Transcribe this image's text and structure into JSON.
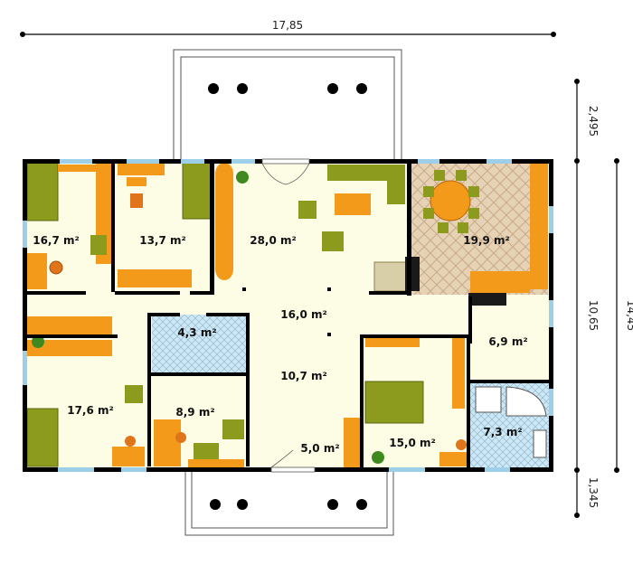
{
  "dimensions": {
    "total_width": "17,85",
    "total_depth": "14,45",
    "depth_top": "2,495",
    "depth_middle": "10,65",
    "depth_bottom": "1,345"
  },
  "rooms": {
    "bedroom_nw": "16,7 m²",
    "office": "13,7 m²",
    "living": "28,0 m²",
    "kitchen_dining": "19,9 m²",
    "hall": "16,0 m²",
    "pantry": "6,9 m²",
    "bedroom_sw": "17,6 m²",
    "wc": "4,3 m²",
    "bath_small": "8,9 m²",
    "corridor": "10,7 m²",
    "vestibule": "5,0 m²",
    "bedroom_master": "15,0 m²",
    "bath_main": "7,3 m²"
  },
  "colors": {
    "wall": "#000000",
    "floor": "#fdfde6",
    "furniture_orange": "#f39a1b",
    "furniture_green": "#8c9a1e",
    "tile_blue": "#cfe6f3",
    "kitchen_floor": "#e6d2b4",
    "window": "#9ecfe8"
  }
}
